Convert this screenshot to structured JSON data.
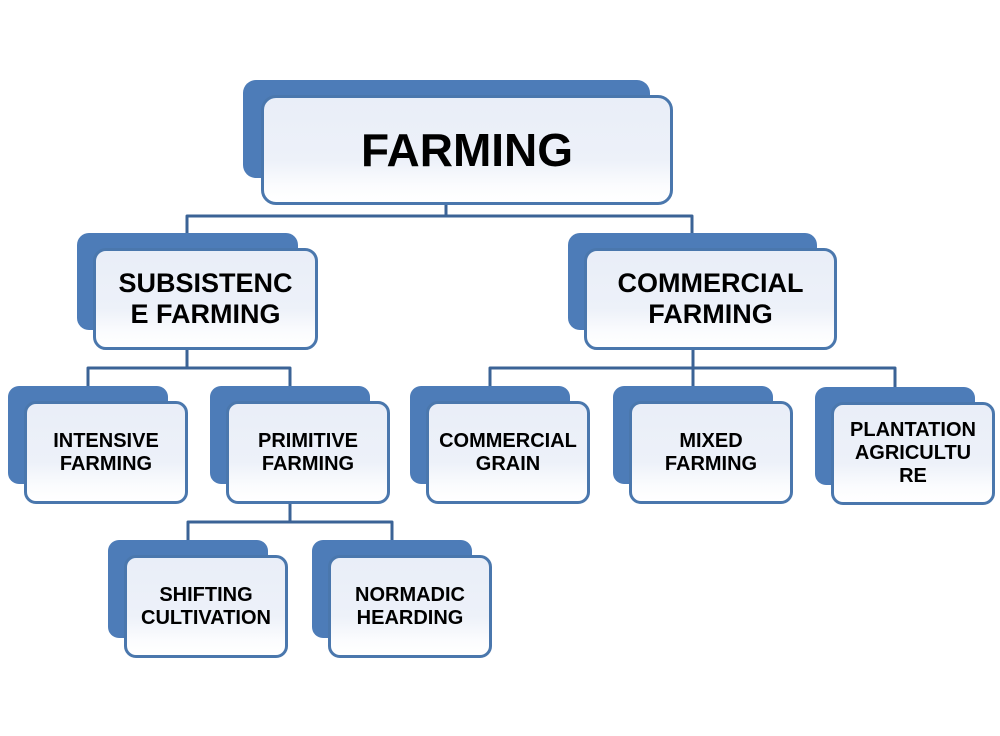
{
  "diagram": {
    "kind": "hierarchy",
    "topic": "FARMING"
  },
  "colors": {
    "node_back": "#4d7cb8",
    "node_border": "#4a77ad",
    "node_fill_top": "#e9eef8",
    "node_fill_bottom": "#ffffff",
    "connector": "#3b6396",
    "text": "#000000",
    "background": "#ffffff"
  },
  "nodes": [
    {
      "id": "farming",
      "level": 1,
      "parent": null,
      "label": "FARMING",
      "lines": [
        "FARMING"
      ]
    },
    {
      "id": "subsistence-farming",
      "level": 2,
      "parent": "farming",
      "label": "SUBSISTENCE FARMING",
      "lines": [
        "SUBSISTENC",
        "E FARMING"
      ]
    },
    {
      "id": "commercial-farming",
      "level": 2,
      "parent": "farming",
      "label": "COMMERCIAL FARMING",
      "lines": [
        "COMMERCIAL",
        "FARMING"
      ]
    },
    {
      "id": "intensive-farming",
      "level": 3,
      "parent": "subsistence-farming",
      "label": "INTENSIVE FARMING",
      "lines": [
        "INTENSIVE",
        "FARMING"
      ]
    },
    {
      "id": "primitive-farming",
      "level": 3,
      "parent": "subsistence-farming",
      "label": "PRIMITIVE FARMING",
      "lines": [
        "PRIMITIVE",
        "FARMING"
      ]
    },
    {
      "id": "commercial-grain",
      "level": 3,
      "parent": "commercial-farming",
      "label": "COMMERCIAL GRAIN",
      "lines": [
        "COMMERCIAL",
        "GRAIN"
      ]
    },
    {
      "id": "mixed-farming",
      "level": 3,
      "parent": "commercial-farming",
      "label": "MIXED FARMING",
      "lines": [
        "MIXED",
        "FARMING"
      ]
    },
    {
      "id": "plantation-agriculture",
      "level": 3,
      "parent": "commercial-farming",
      "label": "PLANTATION AGRICULTURE",
      "lines": [
        "PLANTATION",
        "AGRICULTU",
        "RE"
      ]
    },
    {
      "id": "shifting-cultivation",
      "level": 4,
      "parent": "primitive-farming",
      "label": "SHIFTING CULTIVATION",
      "lines": [
        "SHIFTING",
        "CULTIVATION"
      ]
    },
    {
      "id": "normadic-hearding",
      "level": 4,
      "parent": "primitive-farming",
      "label": "NORMADIC HEARDING",
      "lines": [
        "NORMADIC",
        "HEARDING"
      ]
    }
  ]
}
